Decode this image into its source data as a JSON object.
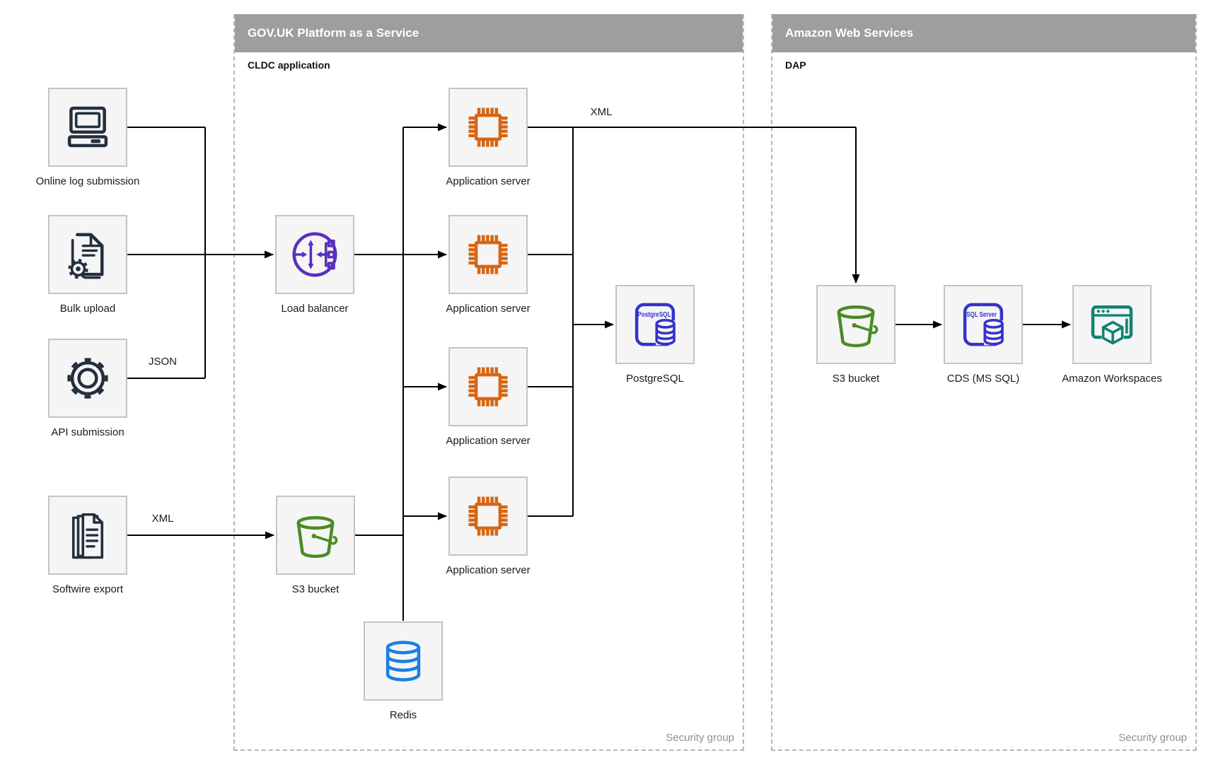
{
  "colors": {
    "navy": "#232f3e",
    "orange": "#d86613",
    "purple": "#5a2fbe",
    "indigo": "#3533cb",
    "green": "#4a8c23",
    "teal": "#0e8472",
    "redisblue": "#1b7fe4",
    "header-bg": "#9e9e9e",
    "box-bg": "#f5f5f5",
    "box-border": "#c4c4c4",
    "wire": "#000000",
    "label": "#1a1a1a",
    "muted": "#8f8f8f",
    "dash": "#b5b5b5"
  },
  "containers": {
    "paas": {
      "title": "GOV.UK Platform as a Service",
      "sublabel": "CLDC application",
      "footer": "Security group"
    },
    "aws": {
      "title": "Amazon Web Services",
      "sublabel": "DAP",
      "footer": "Security group"
    }
  },
  "nodes": {
    "online_log": {
      "label": "Online log submission",
      "icon": "desktop-computer-icon"
    },
    "bulk_upload": {
      "label": "Bulk upload",
      "icon": "document-gear-icon"
    },
    "api_submission": {
      "label": "API submission",
      "icon": "gear-icon"
    },
    "softwire_export": {
      "label": "Softwire export",
      "icon": "document-stack-icon"
    },
    "load_balancer": {
      "label": "Load balancer",
      "icon": "load-balancer-icon"
    },
    "app_server_1": {
      "label": "Application server",
      "icon": "chip-icon"
    },
    "app_server_2": {
      "label": "Application server",
      "icon": "chip-icon"
    },
    "app_server_3": {
      "label": "Application server",
      "icon": "chip-icon"
    },
    "app_server_4": {
      "label": "Application server",
      "icon": "chip-icon"
    },
    "postgresql": {
      "label": "PostgreSQL",
      "badge": "PostgreSQL",
      "icon": "postgresql-database-icon"
    },
    "s3_paas": {
      "label": "S3 bucket",
      "icon": "s3-bucket-icon"
    },
    "redis": {
      "label": "Redis",
      "icon": "redis-database-icon"
    },
    "s3_aws": {
      "label": "S3 bucket",
      "icon": "s3-bucket-icon"
    },
    "cds": {
      "label": "CDS (MS SQL)",
      "badge": "SQL Server",
      "icon": "sql-server-database-icon"
    },
    "workspaces": {
      "label": "Amazon Workspaces",
      "icon": "amazon-workspaces-icon"
    }
  },
  "edge_labels": {
    "json": "JSON",
    "softwire_xml": "XML",
    "transfer_xml": "XML"
  }
}
